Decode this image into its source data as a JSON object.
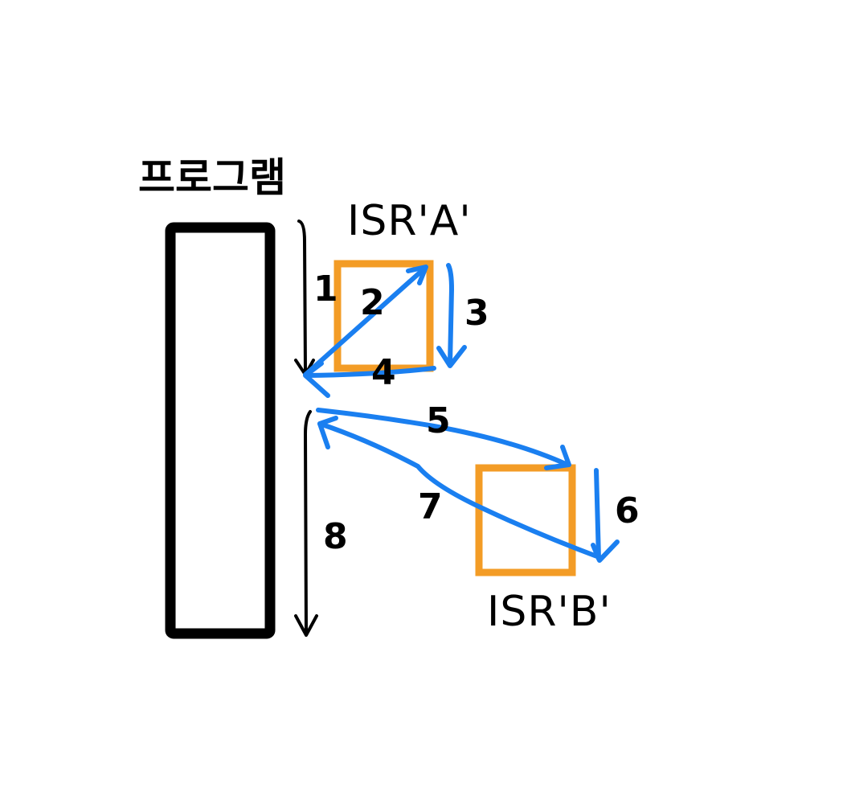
{
  "program": {
    "label": "프로그램"
  },
  "isr_a": {
    "label": "ISR'A'"
  },
  "isr_b": {
    "label": "ISR'B'"
  },
  "steps": {
    "s1": "1",
    "s2": "2",
    "s3": "3",
    "s4": "4",
    "s5": "5",
    "s6": "6",
    "s7": "7",
    "s8": "8"
  },
  "colors": {
    "program_outline": "#000000",
    "isr_box": "#f39c26",
    "isr_arrow": "#1a7ff0",
    "program_arrow": "#000000",
    "background": "#ffffff"
  }
}
